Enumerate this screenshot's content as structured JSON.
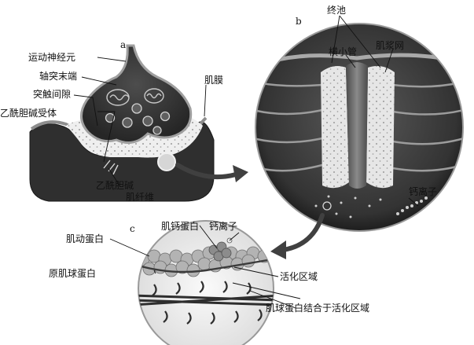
{
  "panels": {
    "a": "a",
    "b": "b",
    "c": "c"
  },
  "labels": {
    "motor_neuron": "运动神经元",
    "axon_terminal": "轴突末端",
    "synaptic_cleft": "突触间隙",
    "ach_receptor": "乙酰胆碱受体",
    "acetylcholine": "乙酰胆碱",
    "sarcolemma": "肌膜",
    "muscle_fiber": "肌纤维",
    "terminal_cisterna": "终池",
    "t_tubule": "横小管",
    "sarcoplasmic_reticulum": "肌浆网",
    "calcium_ion_b": "钙离子",
    "actin": "肌动蛋白",
    "troponin": "肌钙蛋白",
    "calcium_ion_c": "钙离子",
    "tropomyosin": "原肌球蛋白",
    "active_site": "活化区域",
    "myosin_binding": "肌球蛋白结合于活化区域"
  },
  "colors": {
    "dark_tissue": "#2e2e2e",
    "light_fluid": "#ededed",
    "membrane": "#9a9a9a",
    "tubule": "#6d6d6d",
    "filament_dot": "#a8a8a8",
    "ink": "#111111"
  }
}
